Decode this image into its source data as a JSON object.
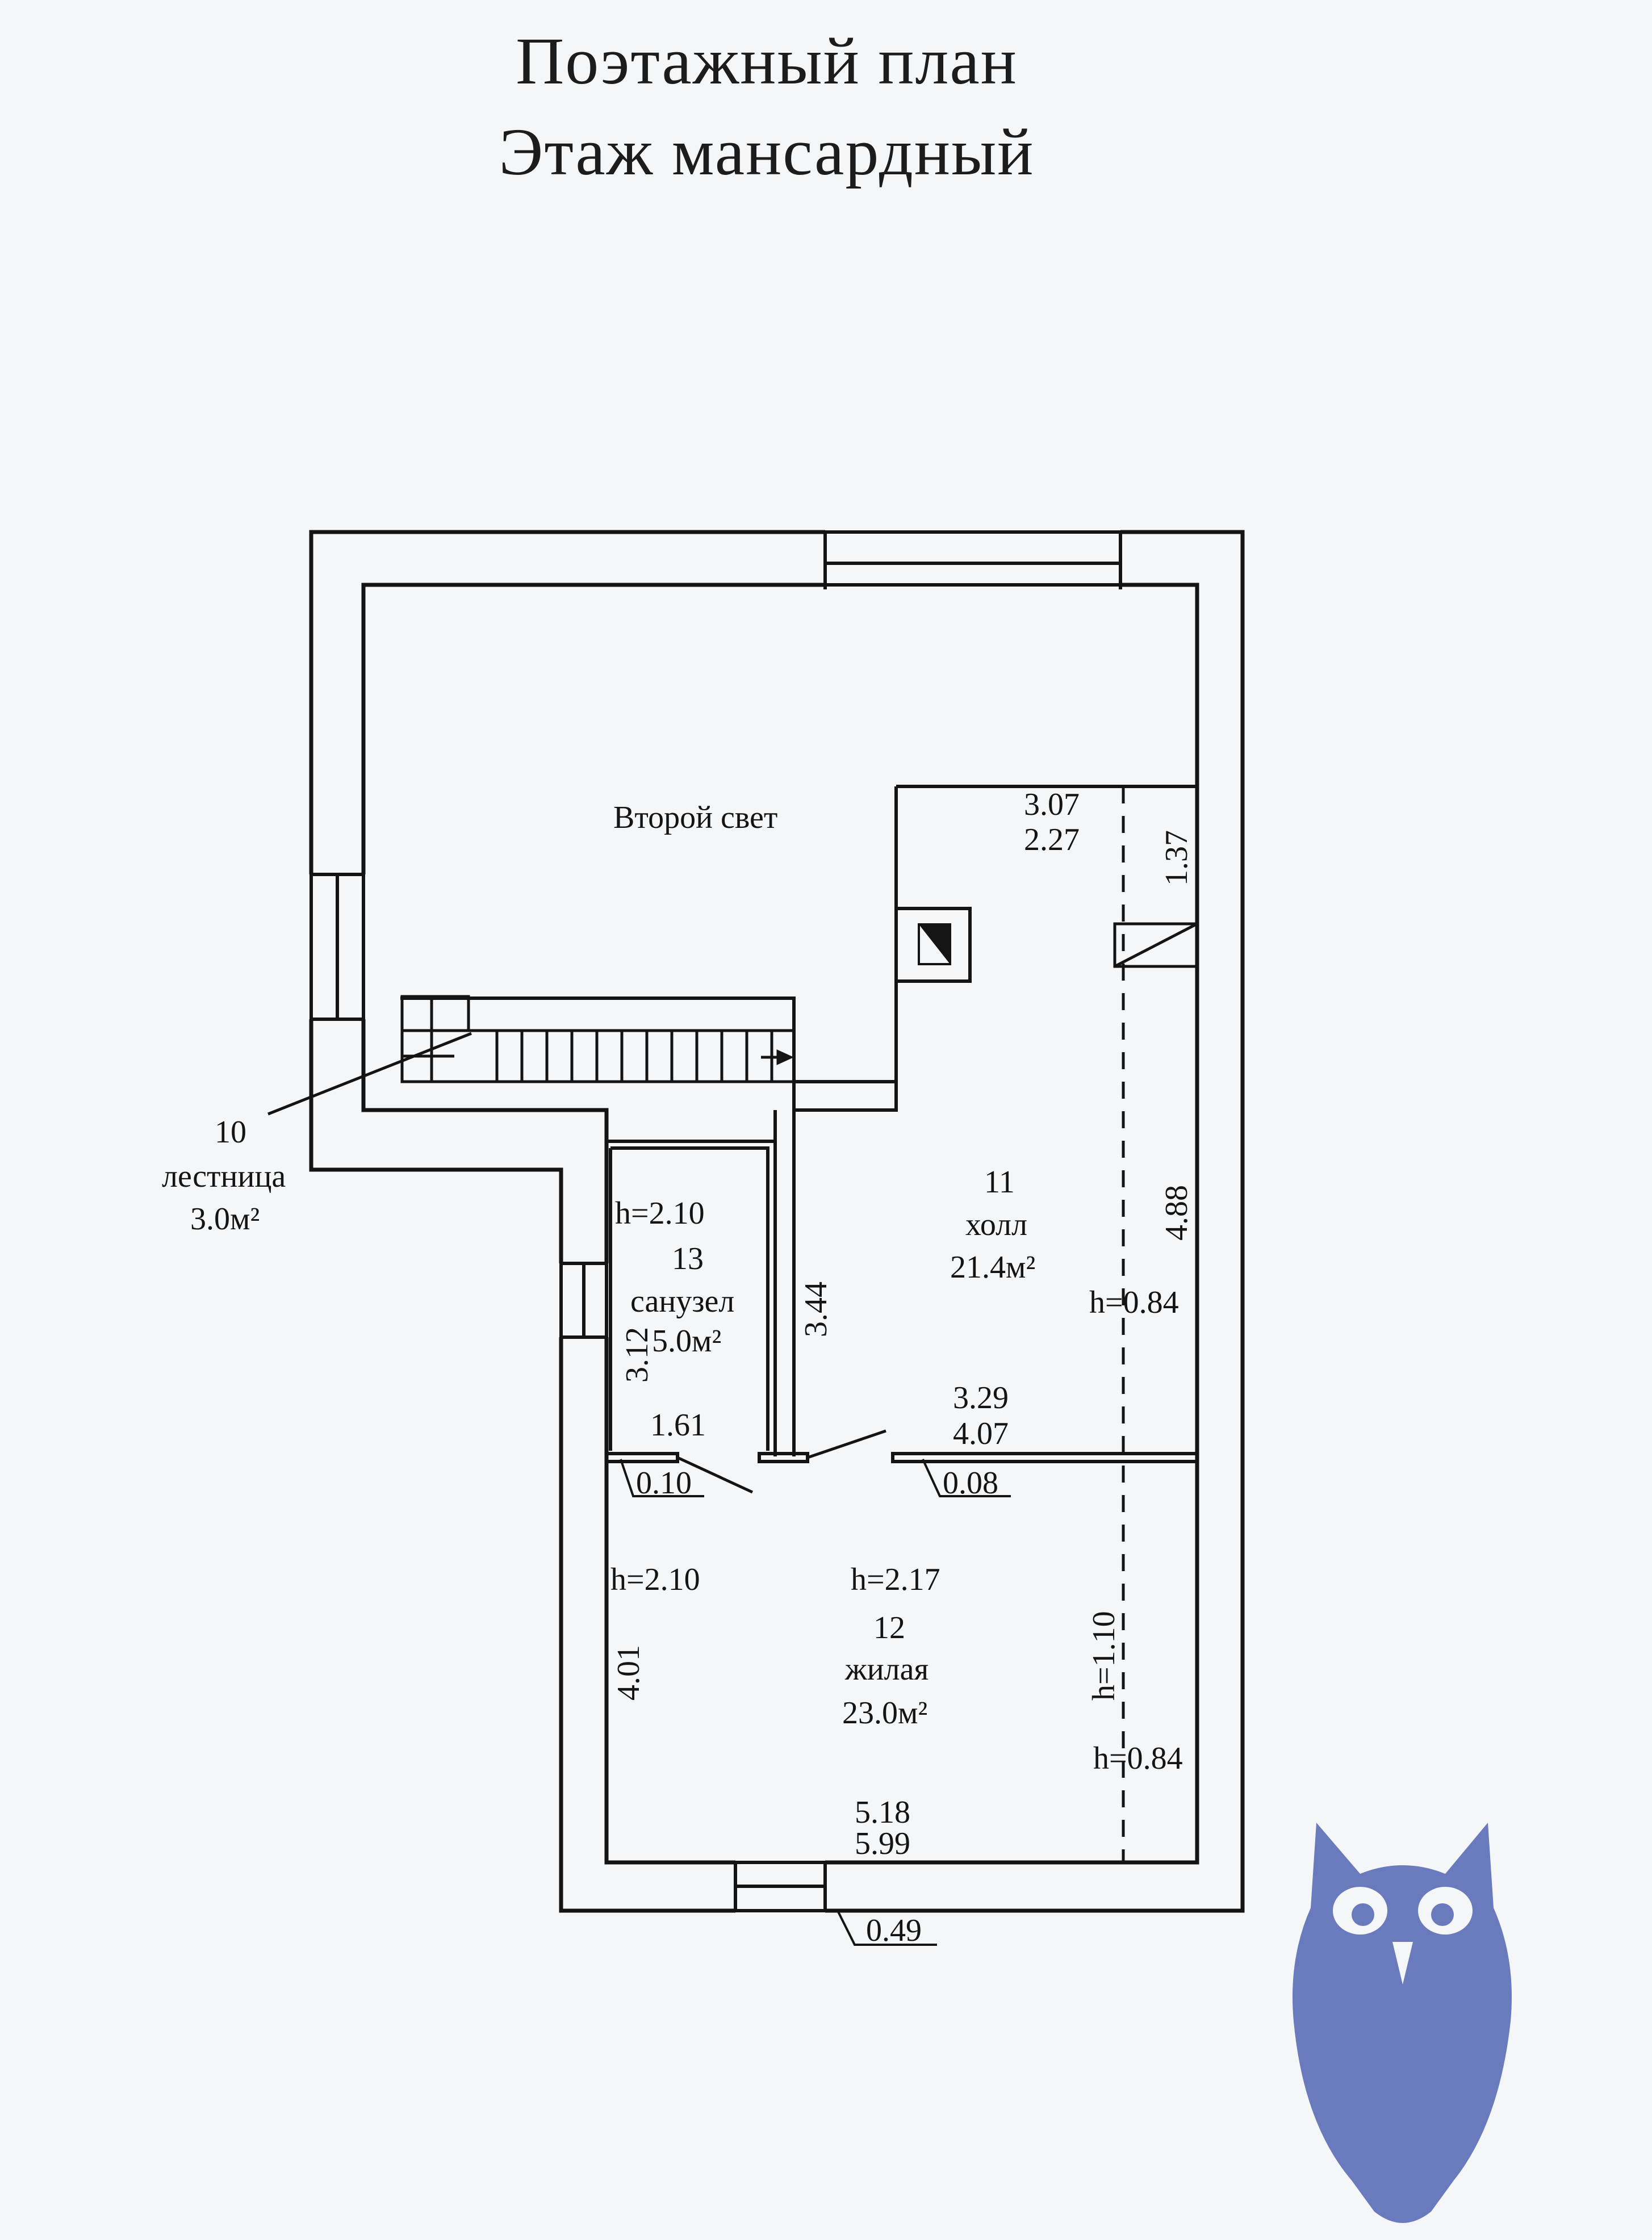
{
  "title": {
    "line1": "Поэтажный план",
    "line2": "Этаж  мансардный"
  },
  "labels": {
    "second_light": "Второй свет",
    "stair_num": "10",
    "stair_name": "лестница",
    "stair_area": "3.0м²",
    "hall_num": "11",
    "hall_name": "холл",
    "hall_area": "21.4м²",
    "bath_num": "13",
    "bath_name": "санузел",
    "bath_area": "5.0м²",
    "bath_height": "h=2.10",
    "living_num": "12",
    "living_name": "жилая",
    "living_area": "23.0м²",
    "living_h_left": "h=2.10",
    "living_h_mid": "h=2.17",
    "living_h_right_vert": "h=1.10",
    "living_h_right": "h=0.84",
    "hall_h_right": "h=0.84"
  },
  "dims": {
    "hall_top_1": "3.07",
    "hall_top_2": "2.27",
    "hall_right_top": "1.37",
    "hall_right_main": "4.88",
    "bath_width": "1.61",
    "bath_left": "3.12",
    "corridor": "3.44",
    "hall_bottom_1": "3.29",
    "hall_bottom_2": "4.07",
    "wall_010": "0.10",
    "wall_008": "0.08",
    "living_left": "4.01",
    "living_bottom_1": "5.18",
    "living_bottom_2": "5.99",
    "wall_049": "0.49"
  },
  "colors": {
    "line": "#141414",
    "logo": "#6a7bbd",
    "background": "#f5f6f7"
  }
}
